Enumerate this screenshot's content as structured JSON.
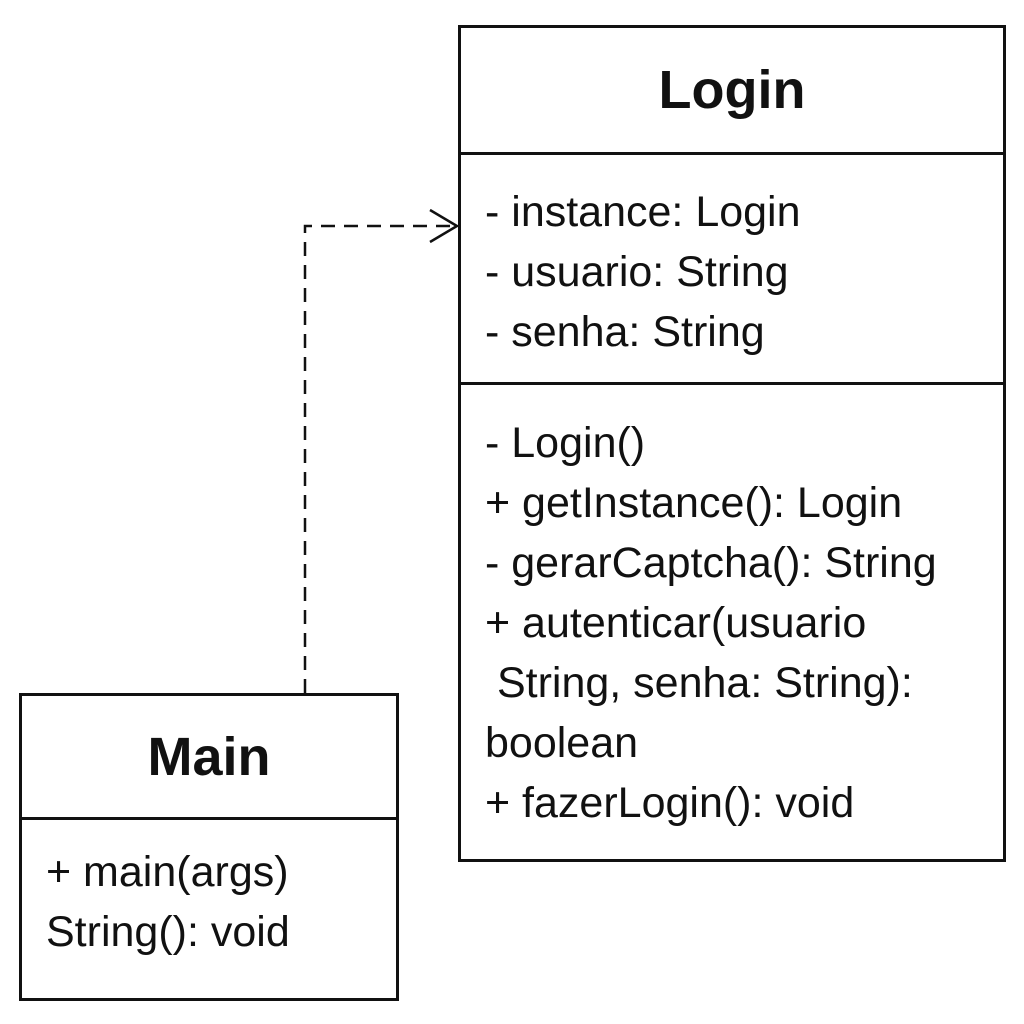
{
  "classes": {
    "login": {
      "name": "Login",
      "attributes": [
        "- instance: Login",
        "- usuario: String",
        "- senha: String"
      ],
      "operations": [
        "- Login()",
        "+ getInstance(): Login",
        "- gerarCaptcha(): String",
        "+ autenticar(usuario",
        " String, senha: String):",
        "boolean",
        "+ fazerLogin(): void"
      ]
    },
    "main": {
      "name": "Main",
      "operations": [
        "+ main(args)",
        "String(): void"
      ]
    }
  },
  "relationships": [
    {
      "type": "dependency",
      "from": "Main",
      "to": "Login",
      "line_style": "dashed",
      "arrowhead": "open"
    }
  ]
}
